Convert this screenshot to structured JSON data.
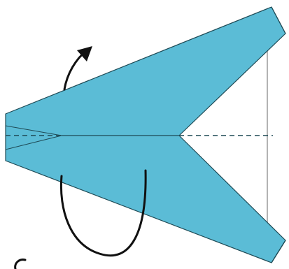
{
  "diagram": {
    "type": "origami-fold-step",
    "paper_color": "#5bbcd6",
    "paper_crease_color": "#2f9fbf",
    "outline_color": "#1e4a55",
    "arrow_color": "#111111",
    "reference_line_color": "#9a9a9a",
    "fold_line_style": "dashed",
    "symbols": [
      {
        "name": "turn-over-arrow"
      },
      {
        "name": "fold-behind-arrow"
      }
    ]
  }
}
